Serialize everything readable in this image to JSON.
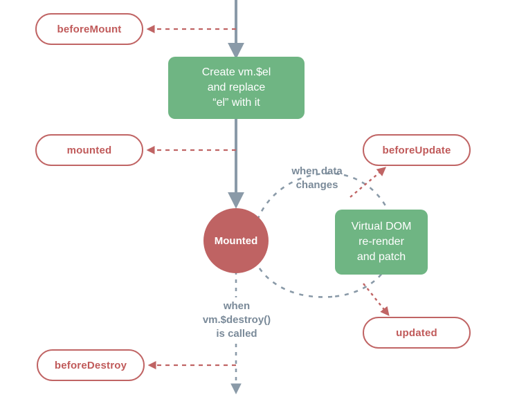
{
  "diagram": {
    "title": "Vue Instance Lifecycle (mount, update, destroy)",
    "colors": {
      "process_green": "#6fb583",
      "state_red": "#bf6363",
      "hook_red": "#c06464",
      "hook_text_red": "#c05a5a",
      "caption_gray": "#7a8a99",
      "flow_gray": "#8a9aa8",
      "background": "#ffffff"
    },
    "hooks": [
      {
        "id": "beforeMount",
        "label": "beforeMount"
      },
      {
        "id": "mounted",
        "label": "mounted"
      },
      {
        "id": "beforeUpdate",
        "label": "beforeUpdate"
      },
      {
        "id": "updated",
        "label": "updated"
      },
      {
        "id": "beforeDestroy",
        "label": "beforeDestroy"
      }
    ],
    "processes": [
      {
        "id": "create-el",
        "label": "Create vm.$el\nand replace\n“el” with it"
      },
      {
        "id": "vdom-patch",
        "label": "Virtual DOM\nre-render\nand patch"
      }
    ],
    "states": [
      {
        "id": "mounted-state",
        "label": "Mounted"
      }
    ],
    "captions": [
      {
        "id": "when-data-changes",
        "label": "when data\nchanges"
      },
      {
        "id": "when-destroy-called",
        "label": "when\nvm.$destroy()\nis called"
      }
    ]
  }
}
